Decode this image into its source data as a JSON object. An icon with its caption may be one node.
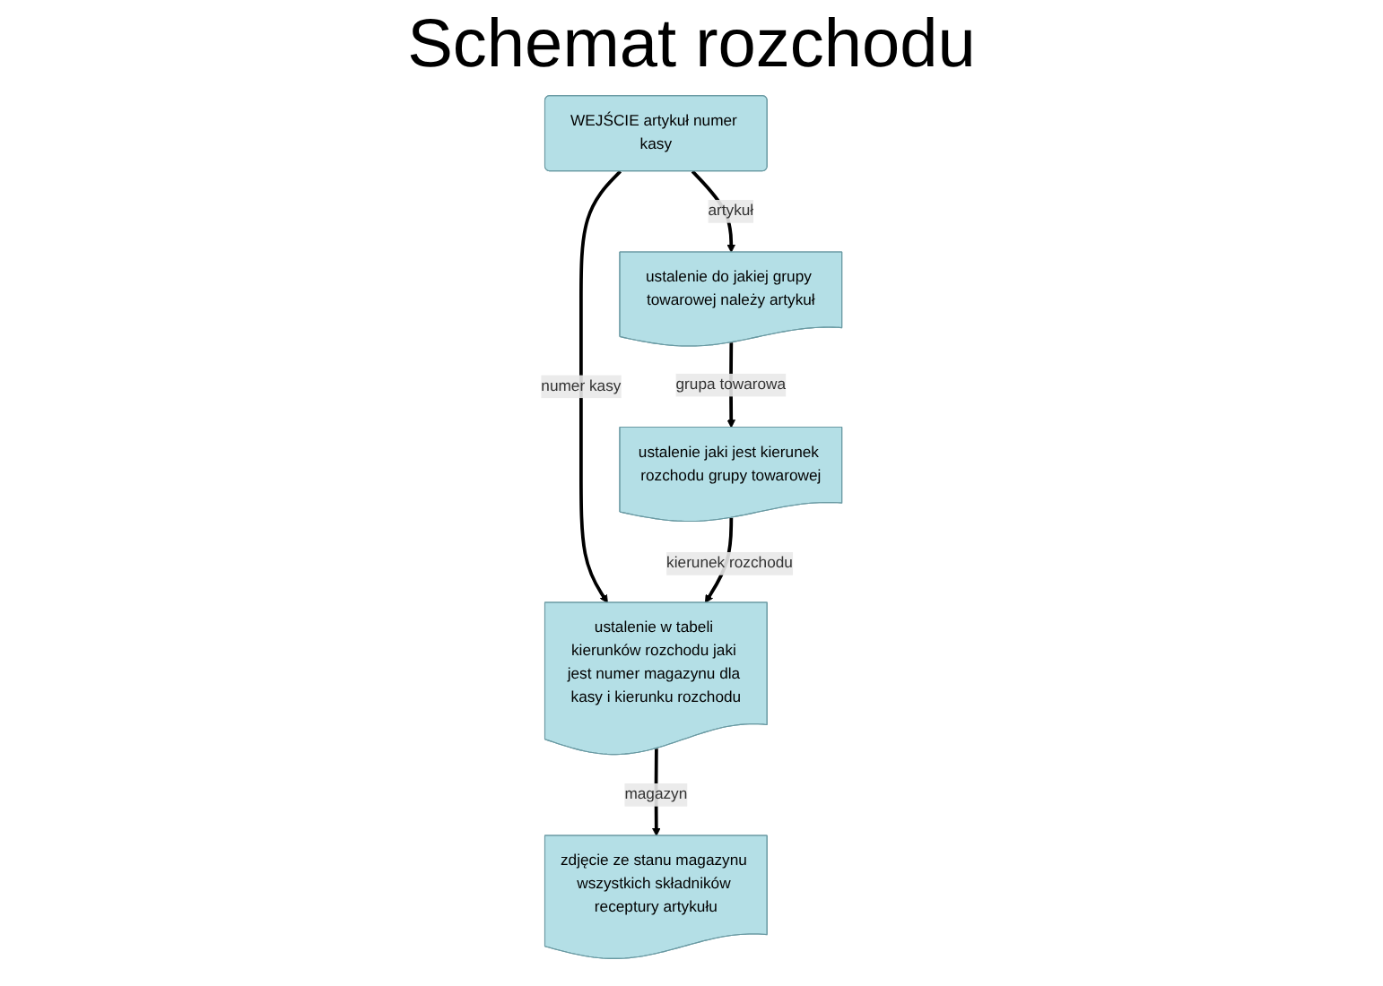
{
  "diagram": {
    "title": "Schemat rozchodu",
    "nodes": [
      {
        "text": [
          "WEJŚCIE artykuł numer kasy"
        ]
      },
      {
        "text": [
          "ustalenie do jakiej grupy towarowej należy artykuł"
        ]
      },
      {
        "text": [
          "ustalenie w tabeli kierunków rozchodu jaki jest numer magazynu dla kasy i kierunku rozchodu"
        ]
      },
      {
        "text": [
          "ustalenie jaki jest kierunek rozchodu grupy towarowej"
        ]
      },
      {
        "text": [
          "zdjęcie ze stanu magazynu wszystkich składników receptury artykułu"
        ]
      }
    ],
    "edges": [
      {
        "from": 0,
        "to": 1,
        "arrow": "to",
        "label": "artykuł"
      },
      {
        "from": 0,
        "to": 2,
        "arrow": "to",
        "label": "numer kasy"
      },
      {
        "from": 1,
        "to": 3,
        "arrow": "to",
        "label": "grupa towarowa"
      },
      {
        "from": 3,
        "to": 2,
        "arrow": "to",
        "label": "kierunek rozchodu"
      },
      {
        "from": 2,
        "to": 4,
        "arrow": "to",
        "label": "magazyn"
      }
    ]
  }
}
